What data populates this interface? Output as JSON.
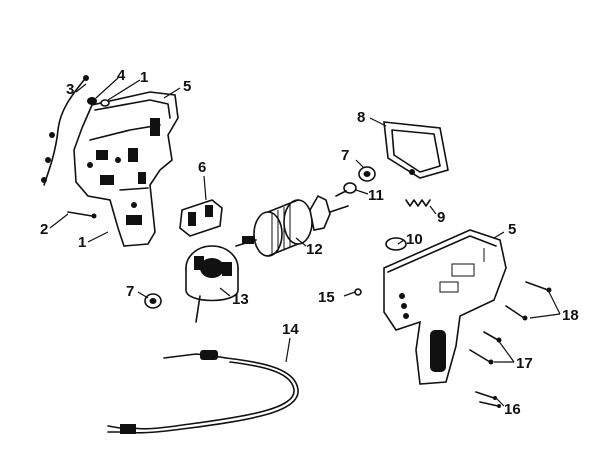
{
  "callouts": {
    "c1a": "1",
    "c1b": "1",
    "c2": "2",
    "c3": "3",
    "c4": "4",
    "c5a": "5",
    "c5b": "5",
    "c6": "6",
    "c7a": "7",
    "c7b": "7",
    "c8": "8",
    "c9": "9",
    "c10": "10",
    "c11": "11",
    "c12": "12",
    "c13": "13",
    "c14": "14",
    "c15": "15",
    "c16": "16",
    "c17": "17",
    "c18": "18"
  },
  "colors": {
    "ink": "#111111",
    "paper": "#ffffff"
  }
}
